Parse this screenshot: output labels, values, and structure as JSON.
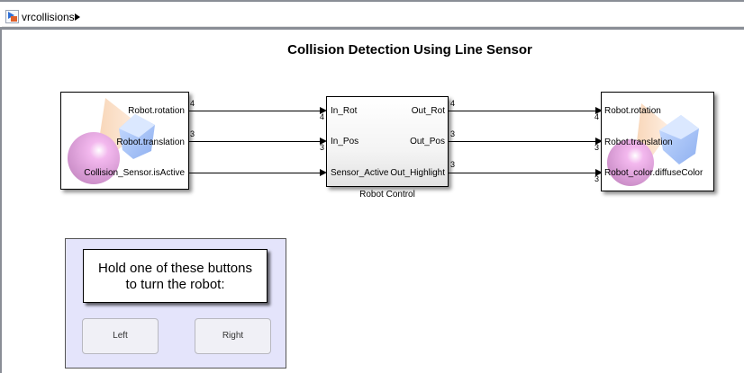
{
  "breadcrumb": {
    "icon": "simulink-model-icon",
    "model_name": "vrcollisions",
    "arrow": "breadcrumb-expand-arrow"
  },
  "diagram": {
    "title": "Collision Detection Using Line Sensor",
    "source_block": {
      "icon": "vr-scene-icon",
      "ports": [
        {
          "label": "Robot.rotation",
          "width": "4"
        },
        {
          "label": "Robot.translation",
          "width": "3"
        },
        {
          "label": "Collision_Sensor.isActive",
          "width": ""
        }
      ]
    },
    "control_block": {
      "name": "Robot Control",
      "inputs": [
        {
          "label": "In_Rot",
          "width": "4"
        },
        {
          "label": "In_Pos",
          "width": "3"
        },
        {
          "label": "Sensor_Active",
          "width": ""
        }
      ],
      "outputs": [
        {
          "label": "Out_Rot",
          "width": "4"
        },
        {
          "label": "Out_Pos",
          "width": "3"
        },
        {
          "label": "Out_Highlight",
          "width": "3"
        }
      ]
    },
    "sink_block": {
      "icon": "vr-scene-icon",
      "ports": [
        {
          "label": "Robot.rotation",
          "width": "4"
        },
        {
          "label": "Robot.translation",
          "width": "3"
        },
        {
          "label": "Robot_color.diffuseColor",
          "width": "3"
        }
      ]
    },
    "panel": {
      "note": "Hold one of these buttons to turn the robot:",
      "note_line1": "Hold one of these buttons",
      "note_line2": "to turn the robot:",
      "left_button": "Left",
      "right_button": "Right",
      "background": "#e4e4fb"
    }
  }
}
